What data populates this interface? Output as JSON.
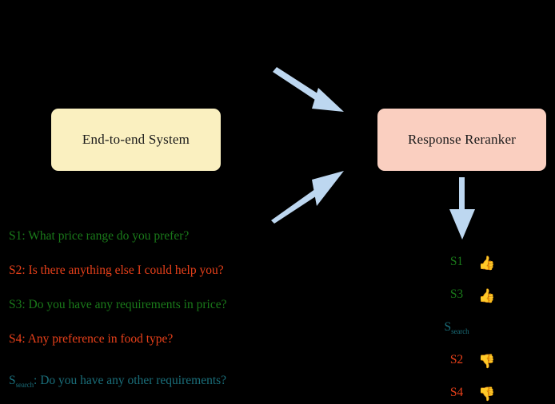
{
  "diagram": {
    "background_color": "#000000",
    "nodes": [
      {
        "id": "end-to-end-system",
        "label": "End-to-end System",
        "fill": "#FAF0C0",
        "text_color": "#1A1A1A"
      },
      {
        "id": "response-reranker",
        "label": "Response Reranker",
        "fill": "#FACFC0",
        "text_color": "#1A1A1A"
      }
    ],
    "arrow_color": "#BDD7F0",
    "arrows": [
      {
        "id": "top-arrow",
        "direction": "down-right",
        "from": "upper-left",
        "to": "response-reranker"
      },
      {
        "id": "bottom-arrow",
        "direction": "up-right",
        "from": "lower-left",
        "to": "response-reranker"
      },
      {
        "id": "down-arrow",
        "direction": "down",
        "from": "response-reranker",
        "to": "ranked-list"
      }
    ]
  },
  "colors": {
    "green": "#1A7A1A",
    "red": "#E8401A",
    "teal": "#1A6E7A",
    "arrow_blue": "#BDD7F0"
  },
  "utterances": [
    {
      "id": "s1",
      "tag": "S1",
      "subscript": "",
      "text": ": What price range do you prefer?",
      "color_name": "green"
    },
    {
      "id": "s2",
      "tag": "S2",
      "subscript": "",
      "text": ": Is there anything else I could help you?",
      "color_name": "red"
    },
    {
      "id": "s3",
      "tag": "S3",
      "subscript": "",
      "text": ": Do you have any requirements in price?",
      "color_name": "green"
    },
    {
      "id": "s4",
      "tag": "S4",
      "subscript": "",
      "text": ": Any preference in food type?",
      "color_name": "red"
    },
    {
      "id": "ssearch",
      "tag": "S",
      "subscript": "search",
      "text": ": Do you have any other requirements?",
      "color_name": "teal"
    }
  ],
  "ranked_list": [
    {
      "id": "rank-s1",
      "tag": "S1",
      "subscript": "",
      "color_name": "green",
      "rating": "thumbs-up",
      "icon": "👍"
    },
    {
      "id": "rank-s3",
      "tag": "S3",
      "subscript": "",
      "color_name": "green",
      "rating": "thumbs-up",
      "icon": "👍"
    },
    {
      "id": "rank-ssearch",
      "tag": "S",
      "subscript": "search",
      "color_name": "teal",
      "rating": "none",
      "icon": ""
    },
    {
      "id": "rank-s2",
      "tag": "S2",
      "subscript": "",
      "color_name": "red",
      "rating": "thumbs-down",
      "icon": "👎"
    },
    {
      "id": "rank-s4",
      "tag": "S4",
      "subscript": "",
      "color_name": "red",
      "rating": "thumbs-down",
      "icon": "👎"
    }
  ]
}
